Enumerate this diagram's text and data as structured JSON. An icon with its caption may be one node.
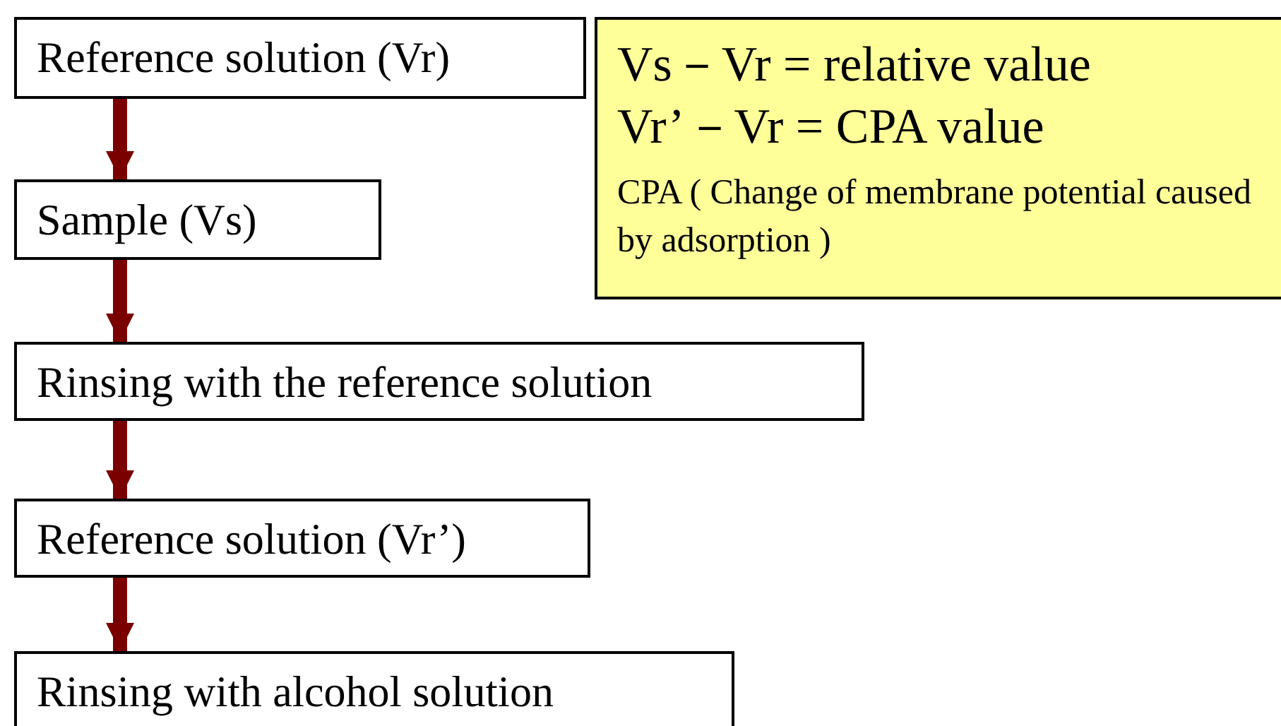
{
  "diagram": {
    "nodes": [
      {
        "text": [
          "Reference solution (Vr)"
        ]
      },
      {
        "text": [
          "Vs－Vr = relative value",
          "Vr’－Vr = CPA value",
          "CPA ( Change of membrane potential caused by adsorption )"
        ]
      },
      {
        "text": [
          "Sample (Vs)"
        ]
      },
      {
        "text": [
          "Rinsing with the reference solution"
        ]
      },
      {
        "text": [
          "Reference solution (Vr’)"
        ]
      },
      {
        "text": [
          "Rinsing with alcohol solution"
        ]
      }
    ],
    "edges": [
      {
        "from": 0,
        "to": 2,
        "arrow": "to"
      },
      {
        "from": 2,
        "to": 3,
        "arrow": "to"
      },
      {
        "from": 3,
        "to": 4,
        "arrow": "to"
      },
      {
        "from": 4,
        "to": 5,
        "arrow": "to"
      }
    ]
  }
}
